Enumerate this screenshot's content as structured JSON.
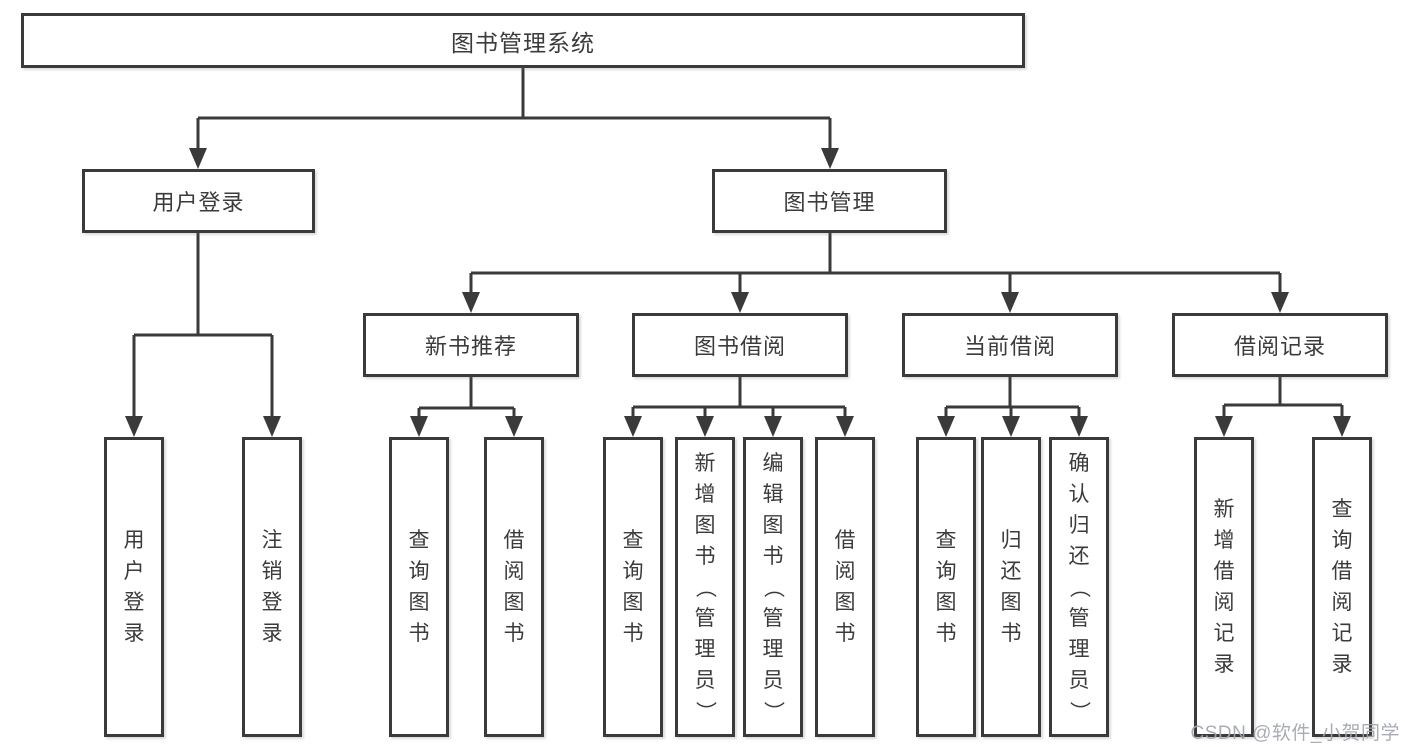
{
  "diagram_title": "图书管理系统",
  "watermark": "CSDN @软件_小贺同学",
  "colors": {
    "line": "#3a3a3a",
    "box_border": "#3a3a3a",
    "text": "#3b3b3b",
    "watermark": "#a2a6ae",
    "background": "#ffffff"
  },
  "tree": {
    "root": {
      "label": "图书管理系统"
    },
    "level2": [
      {
        "label": "用户登录",
        "children": [
          "用户登录",
          "注销登录"
        ]
      },
      {
        "label": "图书管理",
        "children": [
          {
            "label": "新书推荐",
            "children": [
              "查询图书",
              "借阅图书"
            ]
          },
          {
            "label": "图书借阅",
            "children": [
              "查询图书",
              "新增图书（管理员）",
              "编辑图书（管理员）",
              "借阅图书"
            ]
          },
          {
            "label": "当前借阅",
            "children": [
              "查询图书",
              "归还图书",
              "确认归还（管理员）"
            ]
          },
          {
            "label": "借阅记录",
            "children": [
              "新增借阅记录",
              "查询借阅记录"
            ]
          }
        ]
      }
    ]
  }
}
